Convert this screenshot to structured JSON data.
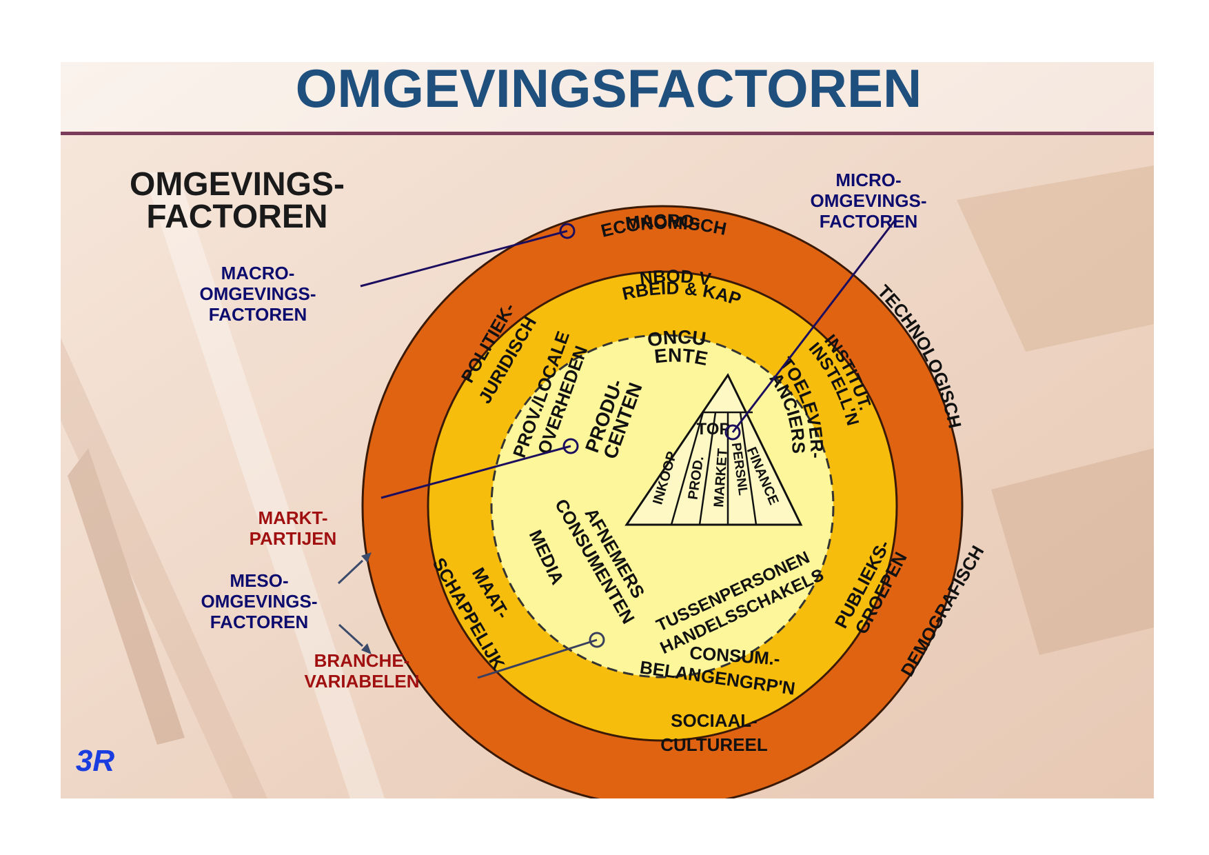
{
  "title": "OMGEVINGSFACTOREN",
  "heading": [
    "OMGEVINGS-",
    "FACTOREN"
  ],
  "colors": {
    "title": "#1f4f7d",
    "divider": "#7a3a5a",
    "outer_ring": "#e06312",
    "middle_ring": "#f6bd0c",
    "inner_circle": "#fdf69a",
    "callout_blue": "#0c0c6e",
    "callout_red": "#a01010",
    "logo": "#1a3de0"
  },
  "callouts": {
    "macro": [
      "MACRO-",
      "OMGEVINGS-",
      "FACTOREN"
    ],
    "micro": [
      "MICRO-",
      "OMGEVINGS-",
      "FACTOREN"
    ],
    "markt": [
      "MARKT-",
      "PARTIJEN"
    ],
    "meso": [
      "MESO-",
      "OMGEVINGS-",
      "FACTOREN"
    ],
    "branche": [
      "BRANCHE-",
      "VARIABELEN"
    ]
  },
  "outer_ring": {
    "macro_economisch": [
      "MACRO-",
      "ECONOMISCH"
    ],
    "technologisch": "TECHNOLOGISCH",
    "demografisch": "DEMOGRAFISCH",
    "sociaal_cultureel": [
      "SOCIAAL-",
      "CULTUREEL"
    ],
    "maatschappelijk": [
      "MAAT-",
      "SCHAPPELIJK"
    ],
    "politiek_juridisch": [
      "POLITIEK-",
      "JURIDISCH"
    ]
  },
  "middle_ring": {
    "aanbod": [
      "AANBOD VAN",
      "ARBEID & KAP."
    ],
    "institut": [
      "INSTITUT.",
      "INSTELL'N"
    ],
    "publieks": [
      "PUBLIEKS-",
      "GROEPEN"
    ],
    "consum": [
      "CONSUM.-",
      "BELANGENGRP'N"
    ],
    "media": "MEDIA",
    "overheden": [
      "PROV./LOCALE",
      "OVERHEDEN"
    ]
  },
  "inner_circle": {
    "concurrenten": [
      "CONCUR-",
      "RENTEN"
    ],
    "toeleveranciers": [
      "TOELEVER-",
      "ANCIERS"
    ],
    "tussenpersonen": [
      "TUSSENPERSONEN",
      "HANDELSSCHAKELS"
    ],
    "afnemers": [
      "AFNEMERS",
      "CONSUMENTEN"
    ],
    "producenten": [
      "PRODU-",
      "CENTEN"
    ]
  },
  "pyramid": {
    "top": "TOP",
    "sections": [
      "INKOOP",
      "PROD.",
      "MARKET",
      "PERSNL",
      "FINANCE"
    ]
  },
  "logo": "3R"
}
